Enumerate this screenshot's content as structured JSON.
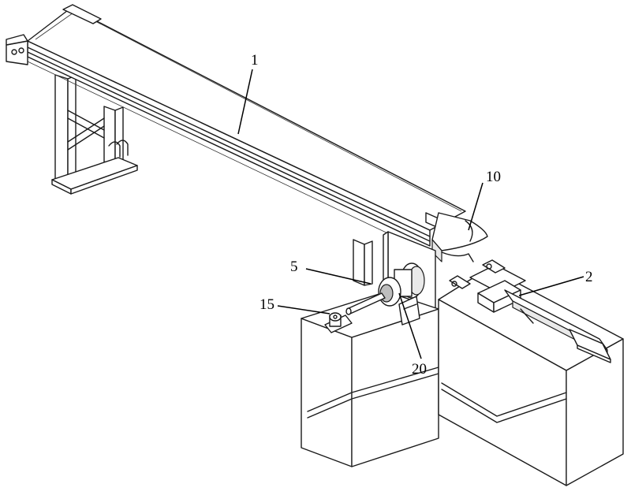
{
  "labels": {
    "conveyor": "1",
    "actuator": "2",
    "shaft": "5",
    "guide": "10",
    "bearing": "15",
    "pulley": "20"
  }
}
